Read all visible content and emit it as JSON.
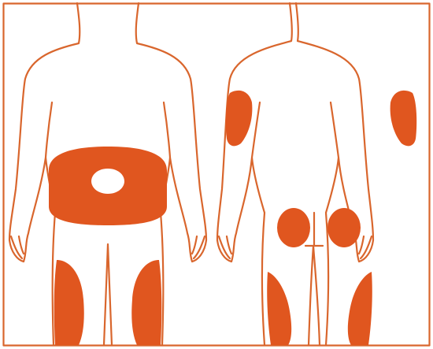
{
  "figure": {
    "colors": {
      "accent": "#E0561F",
      "outline": "#D9662D",
      "background": "#FFFFFF",
      "hole": "#FFFFFF"
    },
    "front_body": {
      "view": "front",
      "zones": [
        "abdomen",
        "left-thigh",
        "right-thigh"
      ]
    },
    "back_body": {
      "view": "back",
      "zones": [
        "left-upper-arm",
        "right-upper-arm",
        "left-buttock",
        "right-buttock",
        "left-thigh",
        "right-thigh"
      ]
    }
  }
}
